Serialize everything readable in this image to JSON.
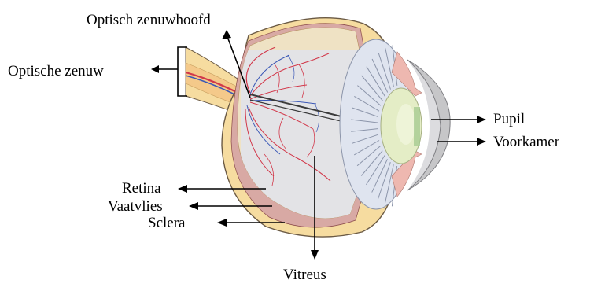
{
  "diagram": {
    "labels": {
      "optic_nerve_head": "Optisch zenuwhoofd",
      "optic_nerve": "Optische zenuw",
      "pupil": "Pupil",
      "anterior_chamber": "Voorkamer",
      "retina": "Retina",
      "choroid": "Vaatvlies",
      "sclera": "Sclera",
      "vitreous": "Vitreus"
    },
    "colors": {
      "sclera": "#f6dca0",
      "sclera_outline": "#6b5a44",
      "choroid": "#d8a9a4",
      "retina": "#efe2c4",
      "vitreous": "#e3e3e6",
      "vessel_red": "#d2384a",
      "vessel_blue": "#3b58b6",
      "ciliary": "#dfe4ef",
      "lens": "#e4edc6",
      "cornea": "#c6c6c8",
      "iris_pink": "#eeb8b0",
      "optic_nerve": "#f4c98a",
      "arrow": "#000000"
    }
  }
}
